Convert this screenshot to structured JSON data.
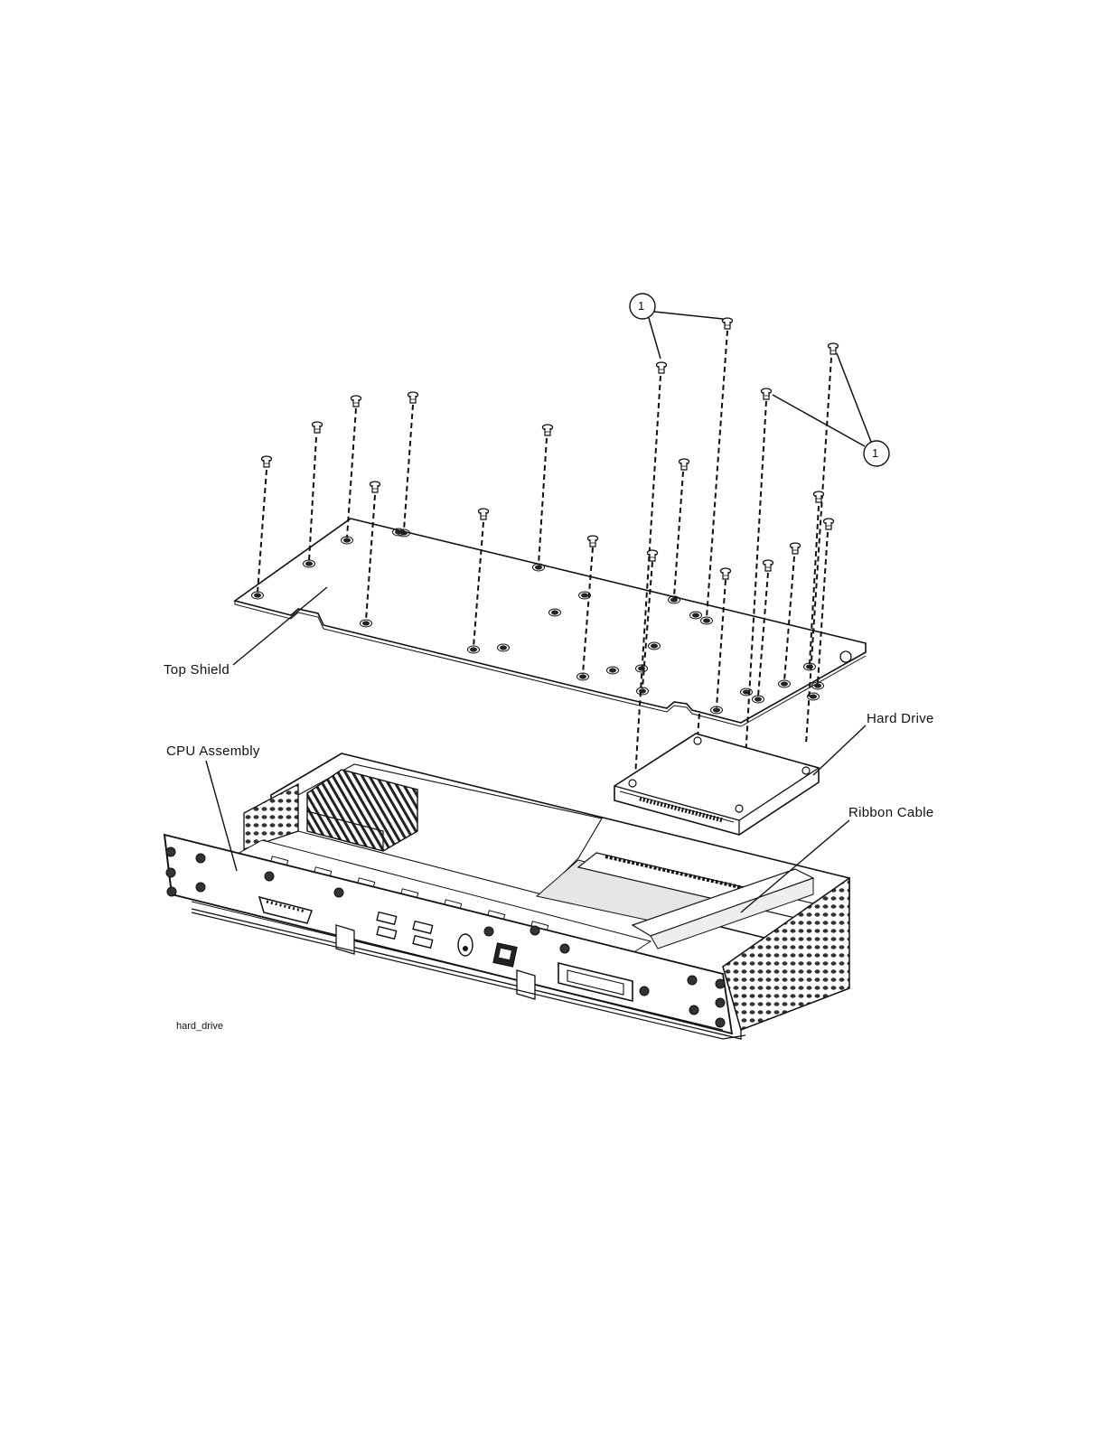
{
  "callouts": [
    {
      "number": "1"
    },
    {
      "number": "1"
    }
  ],
  "labels": {
    "top_shield": "Top Shield",
    "cpu_assembly": "CPU Assembly",
    "hard_drive": "Hard Drive",
    "ribbon_cable": "Ribbon Cable"
  },
  "figure_id": "hard_drive",
  "colors": {
    "line": "#111111",
    "fill": "#ffffff",
    "shade": "#e6e6e6",
    "dark": "#2a2a2a"
  }
}
